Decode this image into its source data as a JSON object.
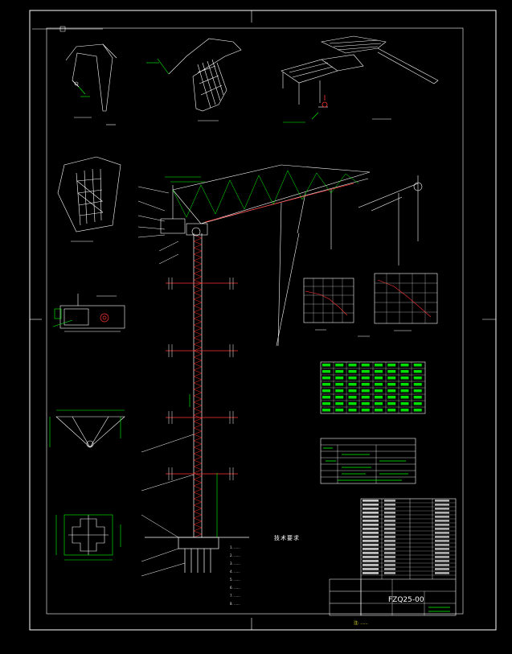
{
  "title_block": {
    "drawing_number": "FZQ25-00"
  },
  "notes": {
    "title": "技术要求",
    "lines": [
      "1. ......",
      "2. ......",
      "3. ......",
      "4. ......",
      "5. ......",
      "6. ......",
      "7. ......",
      "8. ......"
    ]
  },
  "bottom_note": "注: ......",
  "colors": {
    "background": "#000000",
    "line": "#ffffff",
    "accent_green": "#00ff00",
    "accent_red": "#ff3333",
    "accent_yellow": "#ffff33"
  }
}
